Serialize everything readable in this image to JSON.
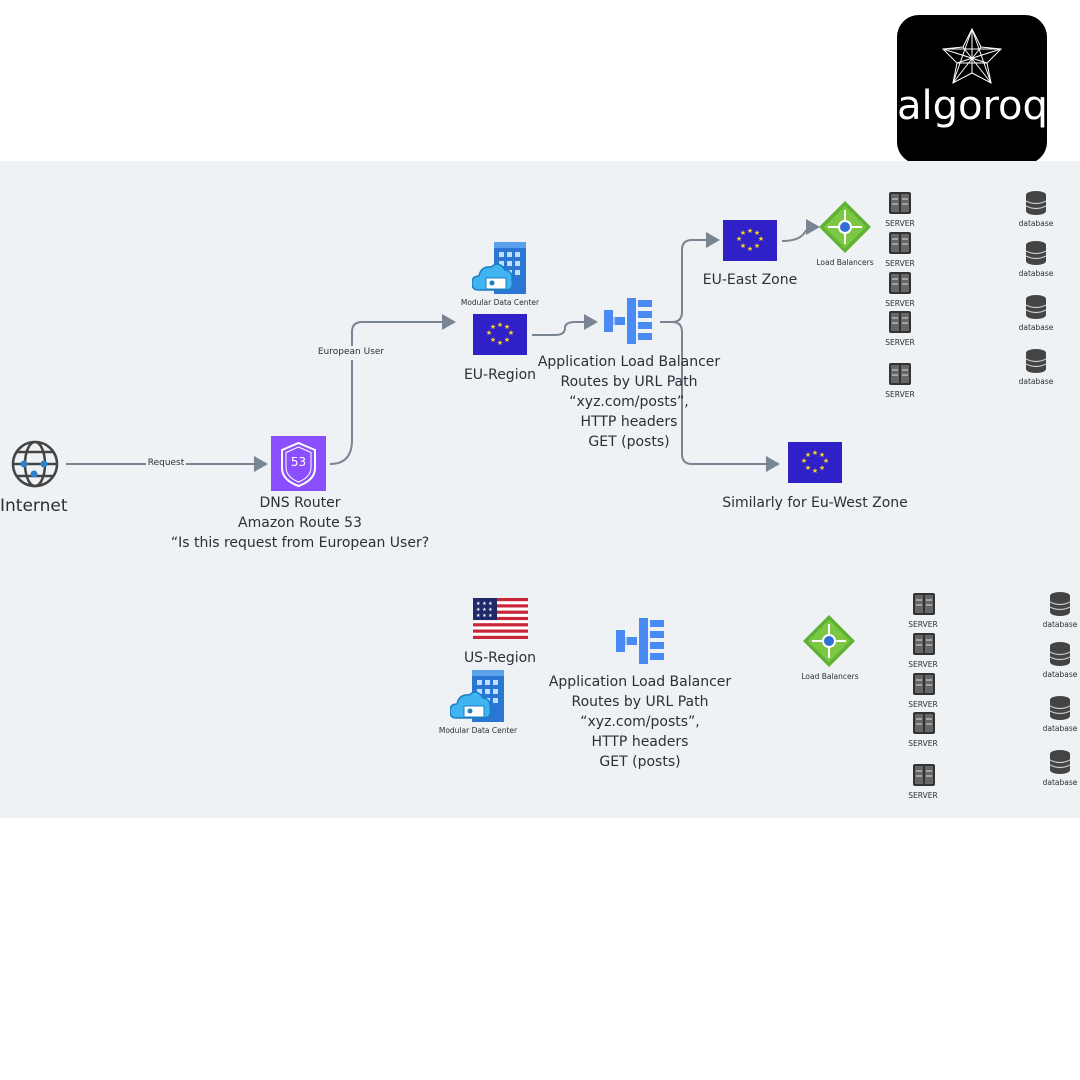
{
  "logo": {
    "text": "algoroq"
  },
  "labels": {
    "internet": "Internet",
    "request": "Request",
    "european_user": "European User",
    "dns_line1": "DNS Router",
    "dns_line2": "Amazon Route 53",
    "dns_line3": "“Is this request from European User?",
    "modular_dc": "Modular Data Center",
    "eu_region": "EU-Region",
    "us_region": "US-Region",
    "alb_line1": "Application Load Balancer",
    "alb_line2": "Routes by URL Path",
    "alb_line3": "“xyz.com/posts”,",
    "alb_line4": "HTTP headers",
    "alb_line5": "GET (posts)",
    "eu_east": "EU-East Zone",
    "eu_west": "Similarly for Eu-West Zone",
    "load_balancers": "Load Balancers",
    "server": "SERVER",
    "database": "database",
    "route53_badge": "53"
  },
  "colors": {
    "canvas": "#eff2f5",
    "eu_flag": "#2f20c8",
    "eu_star": "#f7d51d",
    "route53": "#8c4fff",
    "alb": "#4a8af4",
    "lb_green": "#5fb233",
    "arrow": "#7a8593"
  }
}
